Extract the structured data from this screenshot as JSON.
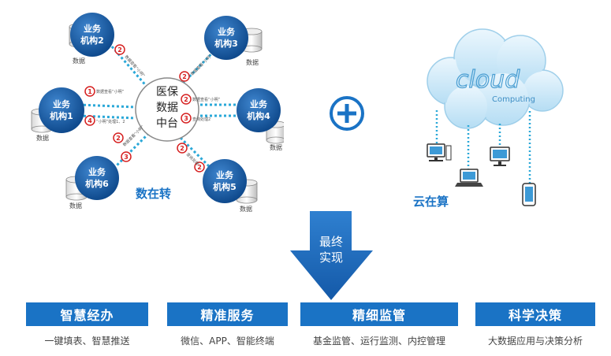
{
  "hub": {
    "lines": [
      "医保",
      "数据",
      "中台"
    ]
  },
  "nodes": [
    {
      "id": "n2",
      "lines": [
        "业务",
        "机构2"
      ],
      "db": "数据"
    },
    {
      "id": "n3",
      "lines": [
        "业务",
        "机构3"
      ],
      "db": "数据"
    },
    {
      "id": "n1",
      "lines": [
        "业务",
        "机构1"
      ],
      "db": "数据"
    },
    {
      "id": "n4",
      "lines": [
        "业务",
        "机构4"
      ],
      "db": "数据"
    },
    {
      "id": "n6",
      "lines": [
        "业务",
        "机构6"
      ],
      "db": "数据"
    },
    {
      "id": "n5",
      "lines": [
        "业务",
        "机构5"
      ],
      "db": "数据"
    }
  ],
  "badges": [
    "2",
    "2",
    "1",
    "2",
    "4",
    "3",
    "2",
    "2",
    "3",
    "2"
  ],
  "link_labels": [
    "数据查看“小明”",
    "数据查看“小明”",
    "数据查看“小明”",
    "数据查看“小明”",
    "“小明”处理1、2",
    "查询处理2",
    "数据查看“小明”",
    "查询处理"
  ],
  "left_caption": "数在转",
  "plus": "+",
  "cloud": {
    "word": "cloud",
    "subtitle": "Computing"
  },
  "right_caption": "云在算",
  "arrow": {
    "lines": [
      "最终",
      "实现"
    ]
  },
  "banners": [
    {
      "title": "智慧经办",
      "desc": "一键填表、智慧推送"
    },
    {
      "title": "精准服务",
      "desc": "微信、APP、智能终端"
    },
    {
      "title": "精细监管",
      "desc": "基金监管、运行监测、内控管理"
    },
    {
      "title": "科学决策",
      "desc": "大数据应用与决策分析"
    }
  ],
  "colors": {
    "primary": "#1a73c5",
    "node": "#1e5fa8",
    "badge": "#d62020",
    "link": "#2aa8d8"
  }
}
